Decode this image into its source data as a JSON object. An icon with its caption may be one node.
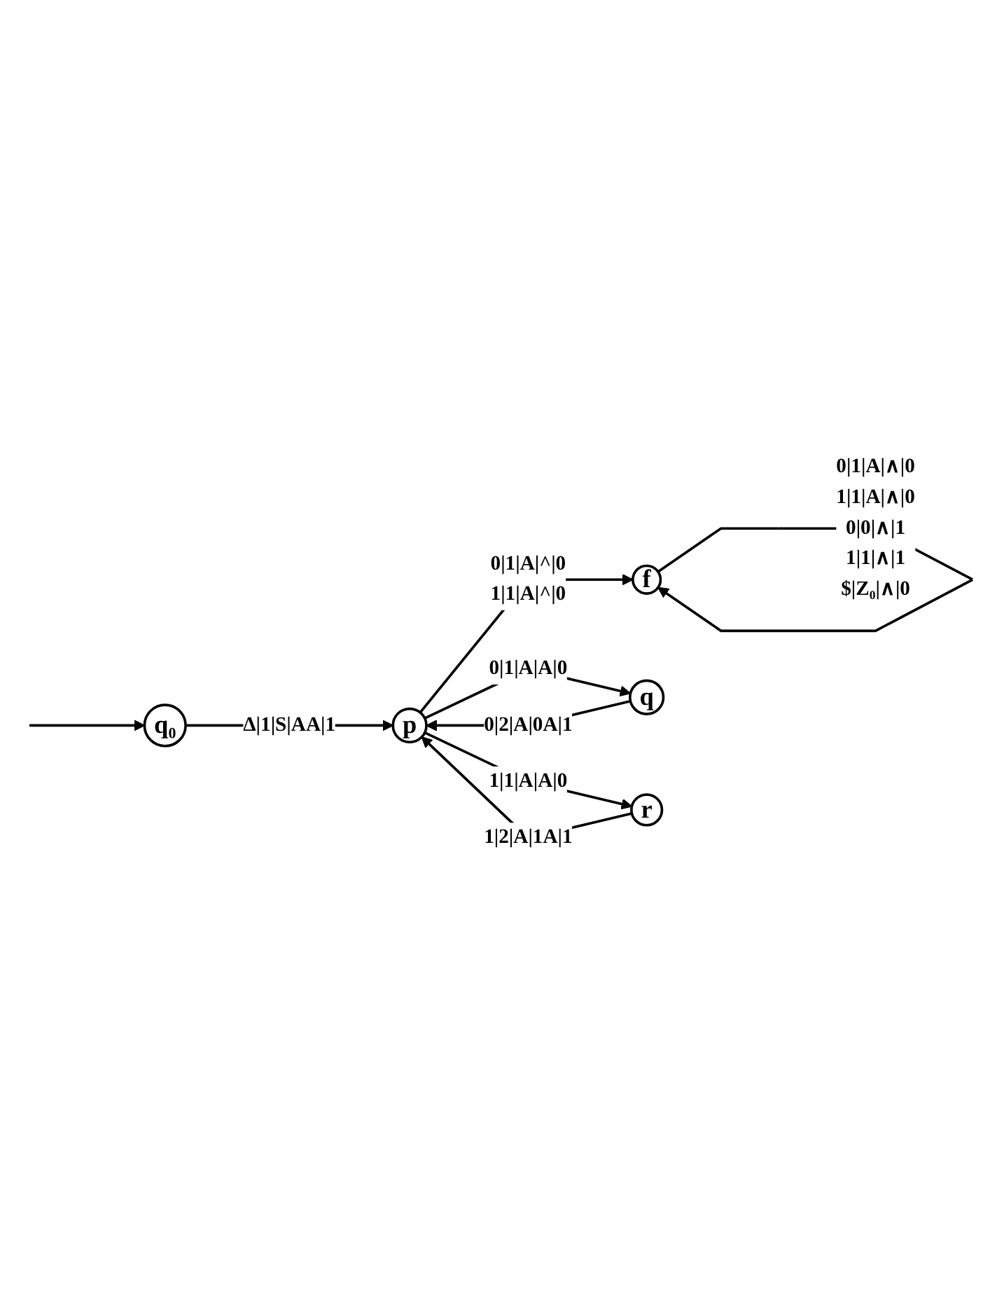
{
  "diagram": {
    "nodes": [
      {
        "text": [
          "f"
        ]
      },
      {
        "text": [
          "q₀"
        ]
      },
      {
        "text": [
          "p"
        ]
      },
      {
        "text": [
          "q"
        ]
      },
      {
        "text": [
          "r"
        ]
      }
    ],
    "edges": [
      {
        "from": null,
        "to": 1,
        "arrow": "to"
      },
      {
        "from": 1,
        "to": 2,
        "arrow": "to",
        "label": "Δ|1|S|AA|1"
      },
      {
        "from": 2,
        "to": 0,
        "arrow": "to",
        "label": "0|1|A|^|0 1|1|A|^|0"
      },
      {
        "from": 0,
        "to": 0,
        "arrow": "to",
        "label": "0|1|A|∧|0 1|1|A|∧|0 0|0|∧|1 1|1|∧|1 $|Z₀|∧|0"
      },
      {
        "from": 2,
        "to": 3,
        "arrow": "to",
        "label": "0|1|A|A|0"
      },
      {
        "from": 3,
        "to": 2,
        "arrow": "to",
        "label": "0|2|A|0A|1"
      },
      {
        "from": 2,
        "to": 4,
        "arrow": "to",
        "label": "1|1|A|A|0"
      },
      {
        "from": 4,
        "to": 2,
        "arrow": "to",
        "label": "1|2|A|1A|1"
      }
    ]
  }
}
